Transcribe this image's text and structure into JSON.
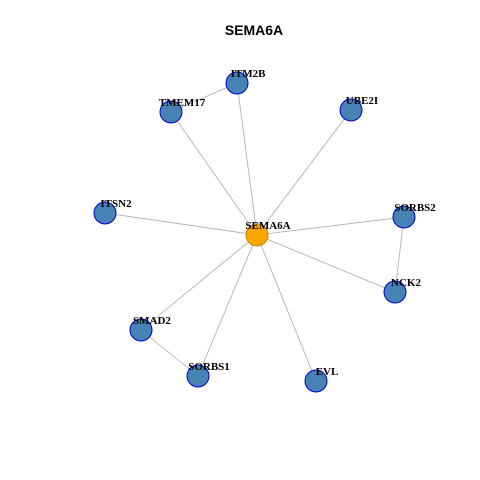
{
  "diagram": {
    "title": "SEMA6A",
    "colors": {
      "center_fill": "#FFA500",
      "center_stroke": "#B8860B",
      "node_fill": "#4682B4",
      "node_stroke": "#0000CD",
      "edge": "#AAAAAA"
    },
    "center": "SEMA6A",
    "nodes": [
      "SEMA6A",
      "ITM2B",
      "TMEM17",
      "UBE2I",
      "ITSN2",
      "SORBS2",
      "NCK2",
      "SMAD2",
      "SORBS1",
      "EVL"
    ],
    "edges": [
      [
        "SEMA6A",
        "ITM2B"
      ],
      [
        "SEMA6A",
        "TMEM17"
      ],
      [
        "SEMA6A",
        "UBE2I"
      ],
      [
        "SEMA6A",
        "ITSN2"
      ],
      [
        "SEMA6A",
        "SORBS2"
      ],
      [
        "SEMA6A",
        "NCK2"
      ],
      [
        "SEMA6A",
        "SMAD2"
      ],
      [
        "SEMA6A",
        "SORBS1"
      ],
      [
        "SEMA6A",
        "EVL"
      ],
      [
        "TMEM17",
        "ITM2B"
      ],
      [
        "SORBS2",
        "NCK2"
      ],
      [
        "SMAD2",
        "SORBS1"
      ]
    ]
  }
}
